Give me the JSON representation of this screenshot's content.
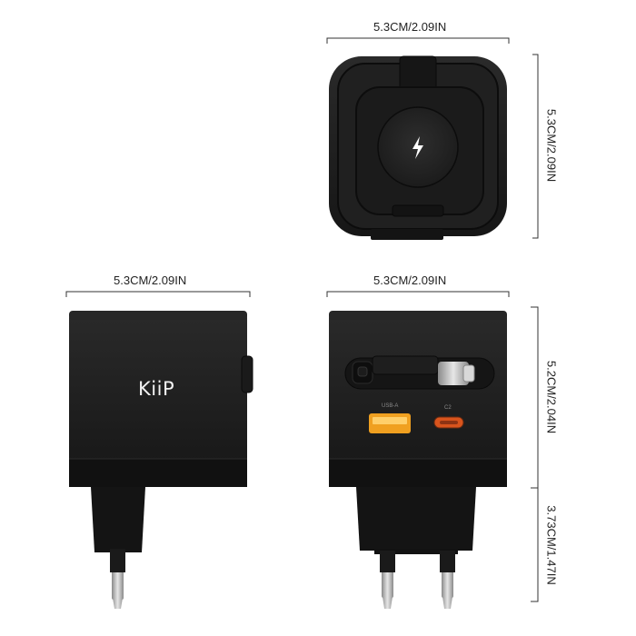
{
  "dimensions": {
    "top_view_width": "5.3CM/2.09IN",
    "top_view_depth": "5.3CM/2.09IN",
    "front_view_width": "5.3CM/2.09IN",
    "side_view_width": "5.3CM/2.09IN",
    "side_view_height": "5.2CM/2.04IN",
    "plug_length": "3.73CM/1.47IN"
  },
  "product": {
    "brand": "KiiP",
    "port_usb_a_label": "USB-A",
    "port_usb_c_label": "C2"
  },
  "colors": {
    "body": "#1c1c1c",
    "body_dark": "#111111",
    "prong": "#bfbfbf"
  }
}
